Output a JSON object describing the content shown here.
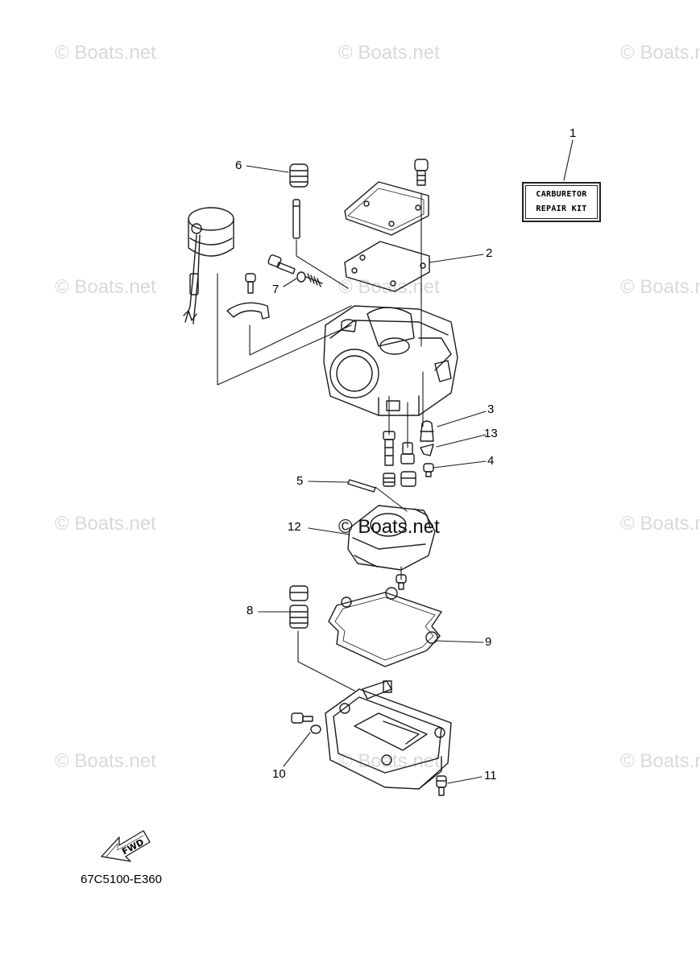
{
  "watermark": "© Boats.net",
  "kit_label": {
    "line1": "CARBURETOR",
    "line2": "REPAIR KIT"
  },
  "callouts": {
    "c1": "1",
    "c2": "2",
    "c3": "3",
    "c4": "4",
    "c5": "5",
    "c6": "6",
    "c7": "7",
    "c8": "8",
    "c9": "9",
    "c10": "10",
    "c11": "11",
    "c12": "12",
    "c13": "13"
  },
  "fwd_label": "FWD",
  "diagram_code": "67C5100-E360"
}
